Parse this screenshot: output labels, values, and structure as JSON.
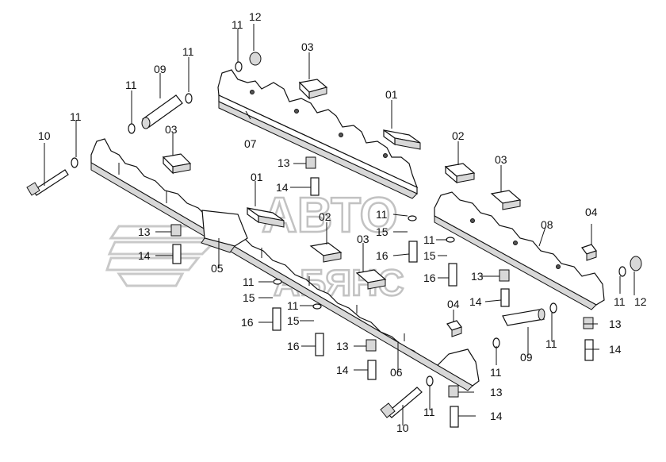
{
  "watermark": {
    "line1": "АВТО",
    "line2": "АБЯНС"
  },
  "labels": {
    "l_12": "12",
    "l_11a": "11",
    "l_11b": "11",
    "l_09a": "09",
    "l_11c": "11",
    "l_10a": "10",
    "l_11d": "11",
    "l_03a": "03",
    "l_01a": "01",
    "l_07": "07",
    "l_03b": "03",
    "l_02a": "02",
    "l_03c": "03",
    "l_13a": "13",
    "l_14a": "14",
    "l_01b": "01",
    "l_02b": "02",
    "l_11e": "11",
    "l_15a": "15",
    "l_04a": "04",
    "l_11f": "11",
    "l_08": "08",
    "l_13b": "13",
    "l_14b": "14",
    "l_05": "05",
    "l_03d": "03",
    "l_16a": "16",
    "l_15b": "15",
    "l_16b": "16",
    "l_13c": "13",
    "l_14c": "14",
    "l_11g": "11",
    "l_15c": "15",
    "l_11h": "11",
    "l_04b": "04",
    "l_16c": "16",
    "l_15d": "15",
    "l_16d": "16",
    "l_13d": "13",
    "l_14d": "14",
    "l_06": "06",
    "l_11i": "11",
    "l_09b": "09",
    "l_11j": "11",
    "l_13e": "13",
    "l_14e": "14",
    "l_10b": "10",
    "l_11k": "11",
    "l_13f": "13",
    "l_14f": "14",
    "l_11l": "11",
    "l_12b": "12"
  }
}
